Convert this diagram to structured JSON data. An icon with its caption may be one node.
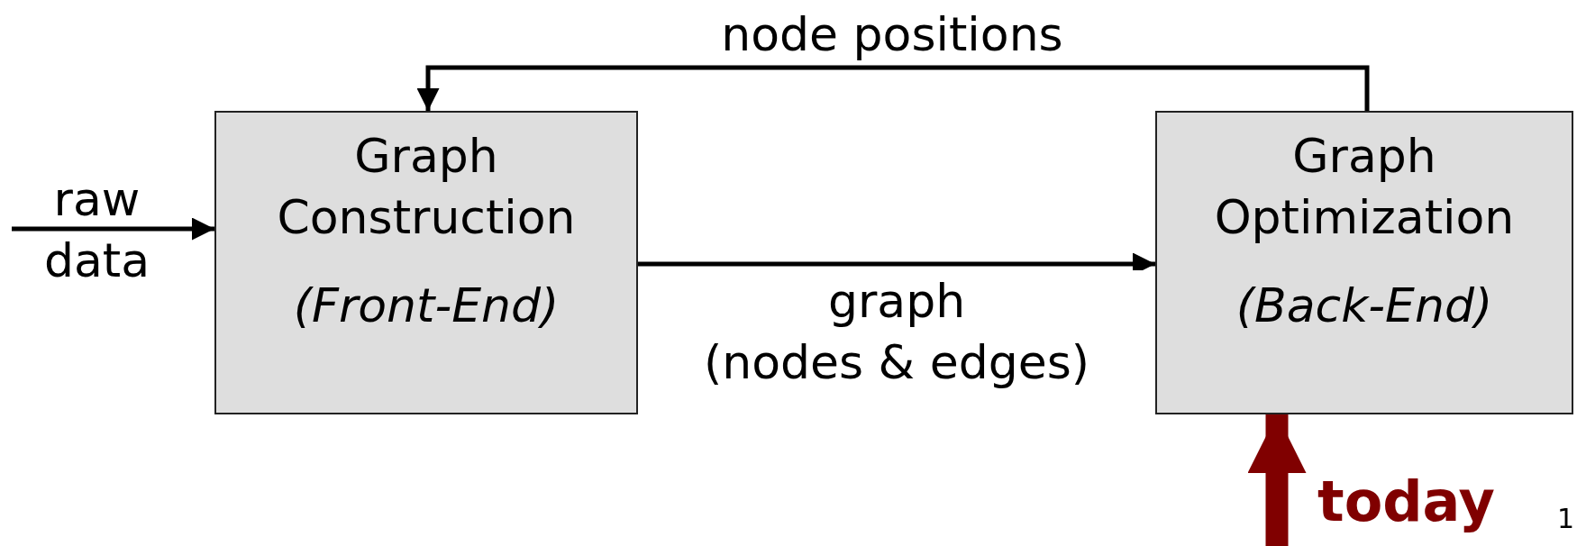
{
  "diagram": {
    "nodes": [
      {
        "text": [
          "Graph Construction",
          "(Front-End)"
        ]
      },
      {
        "text": [
          "Graph Optimization",
          "(Back-End)"
        ]
      }
    ],
    "edges": [
      {
        "from": null,
        "to": 0,
        "arrow": "to",
        "label": "raw data"
      },
      {
        "from": 0,
        "to": 1,
        "arrow": "to",
        "label": "graph (nodes & edges)"
      },
      {
        "from": 1,
        "to": 0,
        "arrow": "to",
        "label": "node positions"
      },
      {
        "from": null,
        "to": 1,
        "arrow": "to",
        "label": "today",
        "style": "thick",
        "color": "#800000"
      }
    ],
    "labels": [
      "1"
    ]
  }
}
